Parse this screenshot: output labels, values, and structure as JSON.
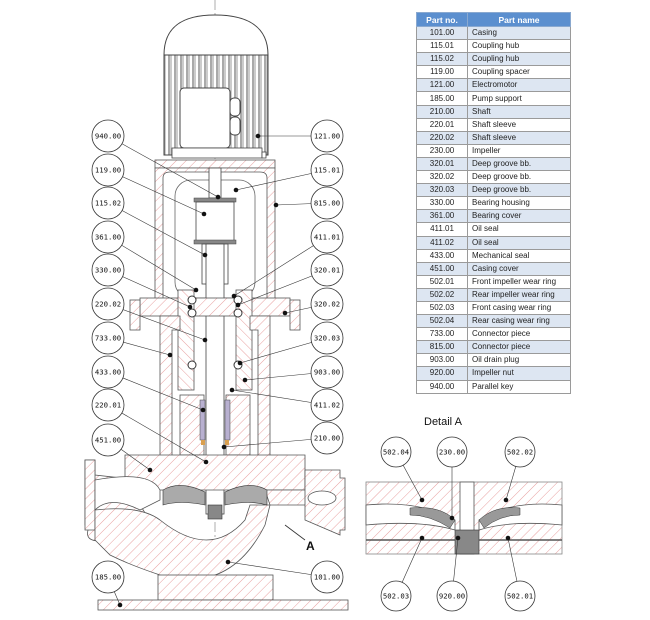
{
  "parts_table": {
    "headers": {
      "part_no": "Part no.",
      "part_name": "Part name"
    },
    "rows": [
      {
        "no": "101.00",
        "name": "Casing"
      },
      {
        "no": "115.01",
        "name": "Coupling hub"
      },
      {
        "no": "115.02",
        "name": "Coupling hub"
      },
      {
        "no": "119.00",
        "name": "Coupling spacer"
      },
      {
        "no": "121.00",
        "name": "Electromotor"
      },
      {
        "no": "185.00",
        "name": "Pump support"
      },
      {
        "no": "210.00",
        "name": "Shaft"
      },
      {
        "no": "220.01",
        "name": "Shaft sleeve"
      },
      {
        "no": "220.02",
        "name": "Shaft sleeve"
      },
      {
        "no": "230.00",
        "name": "Impeller"
      },
      {
        "no": "320.01",
        "name": "Deep groove bb."
      },
      {
        "no": "320.02",
        "name": "Deep groove bb."
      },
      {
        "no": "320.03",
        "name": "Deep groove bb."
      },
      {
        "no": "330.00",
        "name": "Bearing housing"
      },
      {
        "no": "361.00",
        "name": "Bearing cover"
      },
      {
        "no": "411.01",
        "name": "Oil seal"
      },
      {
        "no": "411.02",
        "name": "Oil seal"
      },
      {
        "no": "433.00",
        "name": "Mechanical seal"
      },
      {
        "no": "451.00",
        "name": "Casing cover"
      },
      {
        "no": "502.01",
        "name": "Front impeller wear ring"
      },
      {
        "no": "502.02",
        "name": "Rear impeller wear ring"
      },
      {
        "no": "502.03",
        "name": "Front casing wear ring"
      },
      {
        "no": "502.04",
        "name": "Rear casing wear ring"
      },
      {
        "no": "733.00",
        "name": "Connector piece"
      },
      {
        "no": "815.00",
        "name": "Connector piece"
      },
      {
        "no": "903.00",
        "name": "Oil drain plug"
      },
      {
        "no": "920.00",
        "name": "Impeller nut"
      },
      {
        "no": "940.00",
        "name": "Parallel key"
      }
    ]
  },
  "main_view": {
    "left_callouts": [
      "940.00",
      "119.00",
      "115.02",
      "361.00",
      "330.00",
      "220.02",
      "733.00",
      "433.00",
      "220.01",
      "451.00",
      "185.00"
    ],
    "right_callouts": [
      "121.00",
      "115.01",
      "815.00",
      "411.01",
      "320.01",
      "320.02",
      "320.03",
      "903.00",
      "411.02",
      "210.00",
      "101.00"
    ],
    "detail_marker": "A"
  },
  "detail_view": {
    "title": "Detail A",
    "top_callouts": [
      "502.04",
      "230.00",
      "502.02"
    ],
    "bottom_callouts": [
      "502.03",
      "920.00",
      "502.01"
    ]
  },
  "colors": {
    "header_bg": "#5b8fcf",
    "row_alt": "#dde6f2",
    "hatch": "#e8a0a0",
    "line": "#555555"
  }
}
